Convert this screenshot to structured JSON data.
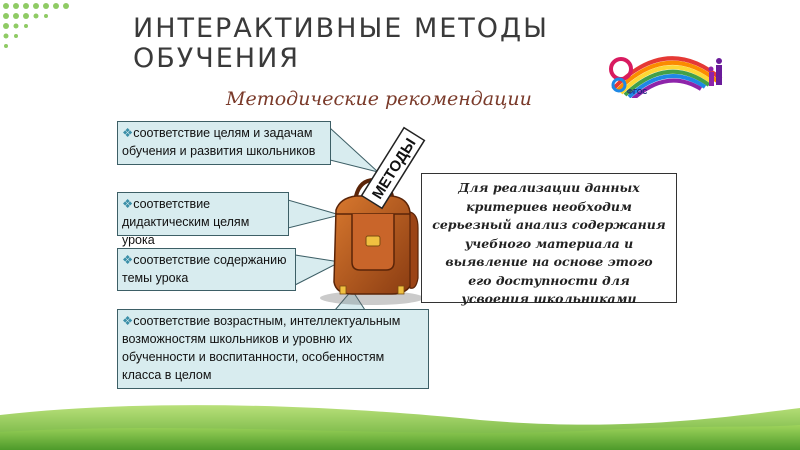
{
  "slide": {
    "title_line1": "ИНТЕРАКТИВНЫЕ МЕТОДЫ",
    "title_line2": "ОБУЧЕНИЯ",
    "subtitle": "Методические рекомендации",
    "logo_text": "ФГОС",
    "bag_label": "МЕТОДЫ",
    "bullet_symbol": "❖",
    "callouts": [
      {
        "line1": "соответствие целям и задачам",
        "line2": "обучения и развития школьников"
      },
      {
        "line1": "соответствие",
        "line2": "дидактическим целям урока"
      },
      {
        "line1": "соответствие содержанию",
        "line2": "темы урока"
      },
      {
        "line1": "соответствие возрастным, интеллектуальным",
        "line2": "возможностям школьников и уровню их",
        "line3": "обученности и воспитанности, особенностям",
        "line4": "класса в целом"
      }
    ],
    "info_lines": [
      "Для реализации данных",
      "критериев необходим",
      "серьезный анализ содержания",
      "учебного материала и",
      "выявление на основе этого",
      "его доступности для",
      "усвоения школьниками"
    ],
    "colors": {
      "callout_fill": "#d8ecef",
      "callout_border": "#3d5f66",
      "bullet": "#3b8fa8",
      "subtitle": "#7a3a2a",
      "grass": "#7cc24a"
    }
  }
}
